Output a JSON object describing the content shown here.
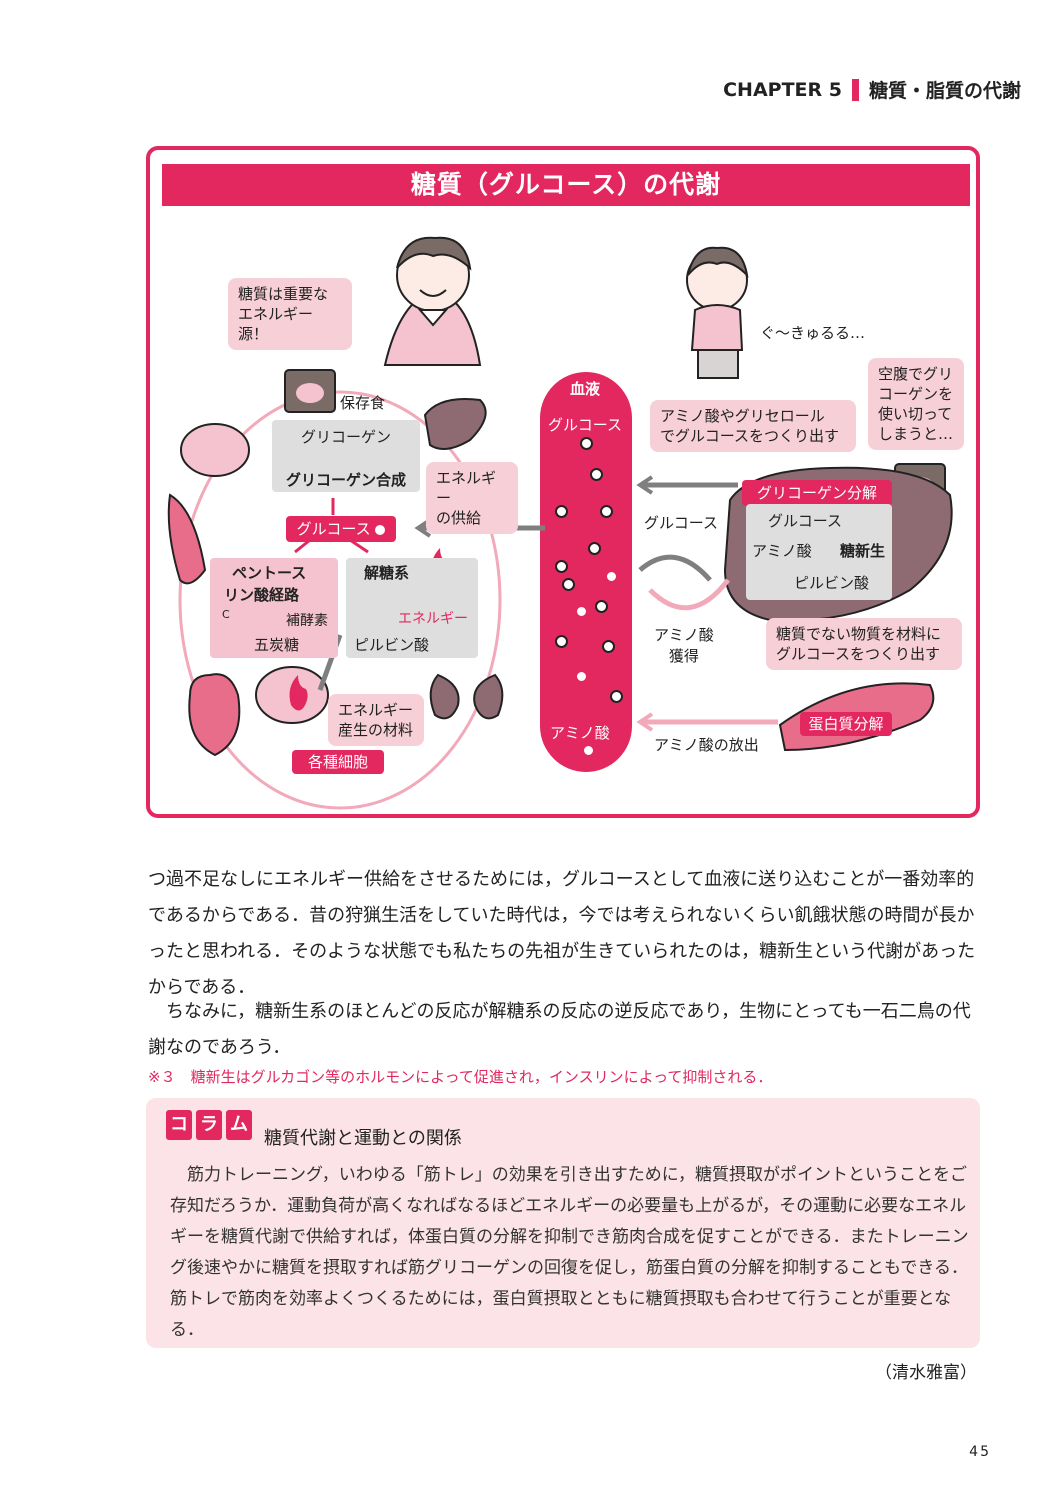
{
  "header": {
    "chapter": "CHAPTER 5",
    "title": "糖質・脂質の代謝"
  },
  "figure": {
    "title": "糖質（グルコース）の代謝",
    "speech_happy": [
      "糖質は重要な",
      "エネルギー源！"
    ],
    "stomach_sound": "ぐ～きゅるる…",
    "hungry_bubble": [
      "空腹でグリ",
      "コーゲンを",
      "使い切って",
      "しまうと…"
    ],
    "preserved_food": "保存食",
    "glycogen": "グリコーゲン",
    "glycogen_synthesis": "グリコーゲン合成",
    "energy_supply": [
      "エネルギー",
      "の供給"
    ],
    "glucose": "グルコース",
    "pentose": [
      "ペントース",
      "リン酸経路"
    ],
    "coenzyme": "補酵素",
    "pentose_sugar": "五炭糖",
    "carbon": "C",
    "glycolysis": "解糖系",
    "energy": "エネルギー",
    "pyruvate": "ピルビン酸",
    "energy_material": [
      "エネルギー",
      "産生の材料"
    ],
    "cell_types": "各種細胞",
    "blood": "血液",
    "blood_glucose": "グルコース",
    "blood_amino": "アミノ酸",
    "amino_glycerol": [
      "アミノ酸やグリセロール",
      "でグルコースをつくり出す"
    ],
    "glycogenolysis": "グリコーゲン分解",
    "liver_glucose": "グルコース",
    "liver_amino": "アミノ酸",
    "gluconeogenesis": "糖新生",
    "liver_pyruvate": "ピルビン酸",
    "arrow_glucose": "グルコース",
    "amino_gain": [
      "アミノ酸",
      "獲得"
    ],
    "non_sugar": [
      "糖質でない物質を材料に",
      "グルコースをつくり出す"
    ],
    "protein_breakdown": "蛋白質分解",
    "amino_release": "アミノ酸の放出"
  },
  "body": {
    "para1": "つ過不足なしにエネルギー供給をさせるためには，グルコースとして血液に送り込むことが一番効率的であるからである．昔の狩猟生活をしていた時代は，今では考えられないくらい飢餓状態の時間が長かったと思われる．そのような状態でも私たちの先祖が生きていられたのは，糖新生という代謝があったからである．",
    "para2": "ちなみに，糖新生系のほとんどの反応が解糖系の反応の逆反応であり，生物にとっても一石二鳥の代謝なのであろう．",
    "note": "※３　糖新生はグルカゴン等のホルモンによって促進され，インスリンによって抑制される．"
  },
  "column": {
    "tags": [
      "コ",
      "ラ",
      "ム"
    ],
    "title": "糖質代謝と運動との関係",
    "text": "筋力トレーニング，いわゆる「筋トレ」の効果を引き出すために，糖質摂取がポイントということをご存知だろうか．運動負荷が高くなればなるほどエネルギーの必要量も上がるが，その運動に必要なエネルギーを糖質代謝で供給すれば，体蛋白質の分解を抑制でき筋肉合成を促すことができる．またトレーニング後速やかに糖質を摂取すれば筋グリコーゲンの回復を促し，筋蛋白質の分解を抑制することもできる．筋トレで筋肉を効率よくつくるためには，蛋白質摂取とともに糖質摂取も合わせて行うことが重要となる．"
  },
  "author": "（清水雅富）",
  "page_number": "45",
  "colors": {
    "accent": "#e2285f",
    "light_pink": "#f7cfd6",
    "gray": "#dedede"
  }
}
